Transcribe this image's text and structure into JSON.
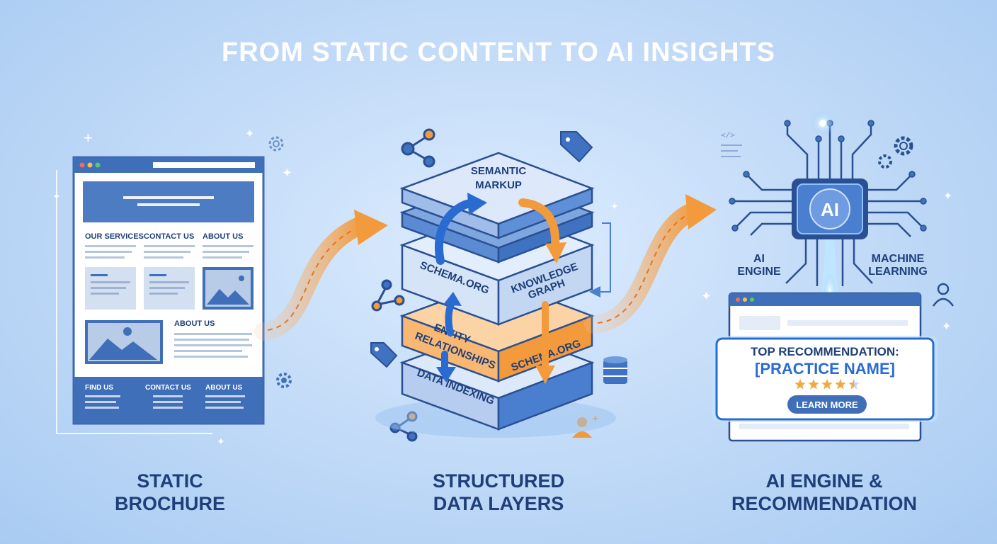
{
  "title": "FROM STATIC CONTENT TO AI INSIGHTS",
  "panels": {
    "brochure": {
      "caption_line1": "STATIC",
      "caption_line2": "BROCHURE",
      "nav": [
        "OUR SERVICES",
        "CONTACT US",
        "ABOUT US"
      ],
      "about_heading": "ABOUT US",
      "footer": [
        "FIND US",
        "CONTACT US",
        "ABOUT US"
      ]
    },
    "layers": {
      "caption_line1": "STRUCTURED",
      "caption_line2": "DATA LAYERS",
      "top_line1": "SEMANTIC",
      "top_line2": "MARKUP",
      "schema_left": "SCHEMA.ORG",
      "knowledge_line1": "KNOWLEDGE",
      "knowledge_line2": "GRAPH",
      "entity_line1": "ENTITY",
      "entity_line2": "RELATIONSHIPS",
      "schema_right": "SCHEMA.ORG",
      "indexing": "DATA INDEXING"
    },
    "ai": {
      "caption_line1": "AI ENGINE &",
      "caption_line2": "RECOMMENDATION",
      "chip_label": "AI",
      "left_line1": "AI",
      "left_line2": "ENGINE",
      "right_line1": "MACHINE",
      "right_line2": "LEARNING",
      "rec_title": "TOP RECOMMENDATION:",
      "rec_name": "[PRACTICE NAME]",
      "rating": 4.5,
      "rating_max": 5,
      "button": "LEARN MORE"
    }
  },
  "colors": {
    "navy": "#1f3f7a",
    "blue": "#3f72c0",
    "orange": "#f39a3c",
    "background": "#c4dcf8"
  }
}
